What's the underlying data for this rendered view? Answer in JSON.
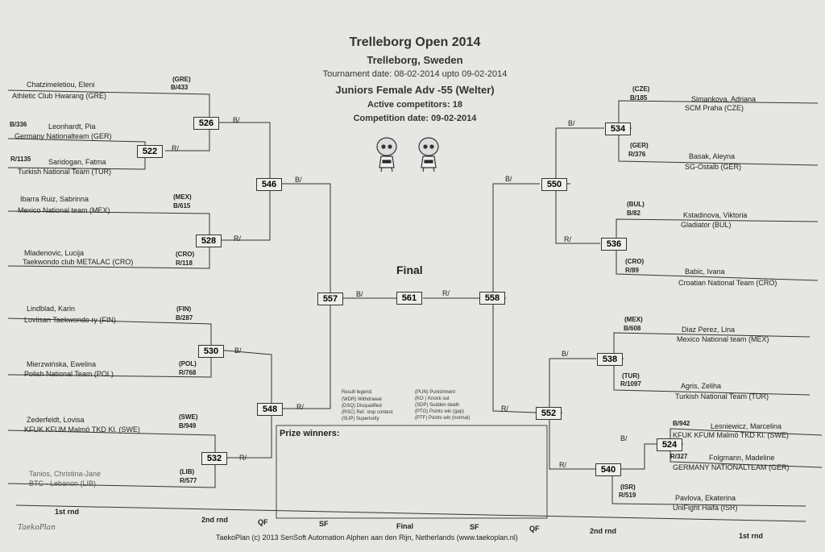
{
  "header": {
    "title": "Trelleborg Open 2014",
    "location": "Trelleborg, Sweden",
    "tournament_date": "Tournament date: 08-02-2014 upto 09-02-2014",
    "category": "Juniors Female Adv -55 (Welter)",
    "active": "Active competitors: 18",
    "competition_date": "Competition date: 09-02-2014"
  },
  "final_label": "Final",
  "matches": {
    "m526": "526",
    "m522": "522",
    "m546": "546",
    "m528": "528",
    "m530": "530",
    "m548": "548",
    "m532": "532",
    "m557": "557",
    "m561": "561",
    "m558": "558",
    "m550": "550",
    "m534": "534",
    "m536": "536",
    "m552": "552",
    "m538": "538",
    "m540": "540",
    "m524": "524"
  },
  "marks": {
    "b": "B/",
    "r": "R/"
  },
  "left_competitors": [
    {
      "name": "Chatzimeletiou, Eleni",
      "club": "Athletic Club Hwarang (GRE)",
      "country": "(GRE)",
      "code": "B/433"
    },
    {
      "name": "Leonhardt, Pia",
      "club": "Germany Nationalteam (GER)",
      "code": "B/336"
    },
    {
      "name": "Saridogan, Fatma",
      "club": "Turkish National Team (TUR)",
      "code": "R/1135"
    },
    {
      "name": "Ibarra Ruiz, Sabrinna",
      "club": "Mexico National team (MEX)",
      "country": "(MEX)",
      "code": "B/615"
    },
    {
      "name": "Mladenovic, Lucija",
      "club": "Taekwondo club METALAC (CRO)",
      "country": "(CRO)",
      "code": "R/118"
    },
    {
      "name": "Lindblad, Karin",
      "club": "Loviisan Taekwondo ry (FIN)",
      "country": "(FIN)",
      "code": "B/287"
    },
    {
      "name": "Mierzwińska, Ewelina",
      "club": "Polish National Team (POL)",
      "country": "(POL)",
      "code": "R/768"
    },
    {
      "name": "Zederfeldt, Lovisa",
      "club": "KFUK KFUM Malmö TKD Kl. (SWE)",
      "country": "(SWE)",
      "code": "B/949"
    },
    {
      "name": "Tanios, Christina-Jane",
      "club": "BTC - Lebanon (LIB)",
      "country": "(LIB)",
      "code": "R/577"
    }
  ],
  "right_competitors": [
    {
      "name": "Simankova, Adriana",
      "club": "SCM Praha (CZE)",
      "country": "(CZE)",
      "code": "B/185"
    },
    {
      "name": "Basak, Aleyna",
      "club": "SG-Ostalb (GER)",
      "country": "(GER)",
      "code": "R/376"
    },
    {
      "name": "Kstadinova, Viktoria",
      "club": "Gladiator (BUL)",
      "country": "(BUL)",
      "code": "B/82"
    },
    {
      "name": "Babic, Ivana",
      "club": "Croatian National Team (CRO)",
      "country": "(CRO)",
      "code": "R/89"
    },
    {
      "name": "Diaz Perez, Lina",
      "club": "Mexico National team (MEX)",
      "country": "(MEX)",
      "code": "B/608"
    },
    {
      "name": "Agris, Zeliha",
      "club": "Turkish National Team (TUR)",
      "country": "(TUR)",
      "code": "R/1097"
    },
    {
      "name": "Lesniewicz, Marcelina",
      "club": "KFUK KFUM Malmö TKD Kl. (SWE)",
      "code": "B/942"
    },
    {
      "name": "Folgmann, Madeline",
      "club": "GERMANY NATIONALTEAM (GER)",
      "code": "R/327"
    },
    {
      "name": "Pavlova, Ekaterina",
      "club": "UniFight Haifa (ISR)",
      "country": "(ISR)",
      "code": "R/519"
    }
  ],
  "legend": {
    "title": "Result legend:",
    "left": [
      "(WDR) Withdrawal",
      "(DSQ) Disqualified",
      "(RSC) Ref. stop contest",
      "(SUP) Superiority"
    ],
    "right": [
      "(PUN) Punishment",
      "(KO ) Knock out",
      "(SDP) Sudden death",
      "(PTG) Points win (gap)",
      "(PTF) Points win (normal)"
    ]
  },
  "prize_label": "Prize winners:",
  "rounds": {
    "l1": "1st rnd",
    "l2": "2nd rnd",
    "l3": "QF",
    "l4": "SF",
    "c": "Final",
    "r4": "SF",
    "r3": "QF",
    "r2": "2nd rnd",
    "r1": "1st rnd"
  },
  "footer": "TaekoPlan (c) 2013 SenSoft Automation Alphen aan den Rijn, Netherlands (www.taekoplan.nl)",
  "signature": "TaekoPlan"
}
